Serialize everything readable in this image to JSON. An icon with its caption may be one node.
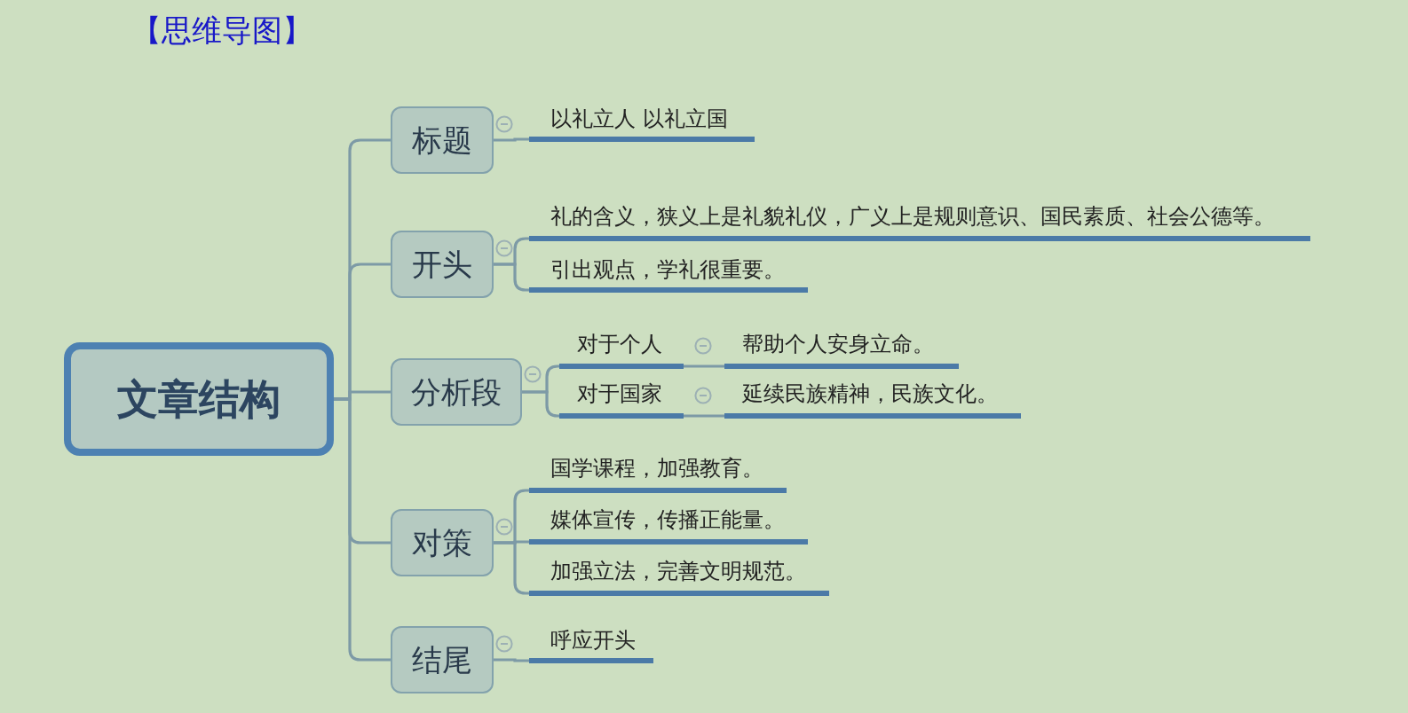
{
  "diagram": {
    "title": "【思维导图】",
    "nodes": [
      {
        "text": [
          "文章结构"
        ]
      },
      {
        "text": [
          "标题"
        ]
      },
      {
        "text": [
          "开头"
        ]
      },
      {
        "text": [
          "分析段"
        ]
      },
      {
        "text": [
          "对策"
        ]
      },
      {
        "text": [
          "结尾"
        ]
      },
      {
        "text": [
          "以礼立人 以礼立国"
        ]
      },
      {
        "text": [
          "礼的含义，狭义上是礼貌礼仪，广义上是规则意识、国民素质、社会公德等。"
        ]
      },
      {
        "text": [
          "引出观点，学礼很重要。"
        ]
      },
      {
        "text": [
          "对于个人"
        ]
      },
      {
        "text": [
          "帮助个人安身立命。"
        ]
      },
      {
        "text": [
          "对于国家"
        ]
      },
      {
        "text": [
          "延续民族精神，民族文化。"
        ]
      },
      {
        "text": [
          "国学课程，加强教育。"
        ]
      },
      {
        "text": [
          "媒体宣传，传播正能量。"
        ]
      },
      {
        "text": [
          "加强立法，完善文明规范。"
        ]
      },
      {
        "text": [
          "呼应开头"
        ]
      }
    ],
    "edges": [
      {
        "from": 0,
        "to": 1,
        "arrow": "none"
      },
      {
        "from": 0,
        "to": 2,
        "arrow": "none"
      },
      {
        "from": 0,
        "to": 3,
        "arrow": "none"
      },
      {
        "from": 0,
        "to": 4,
        "arrow": "none"
      },
      {
        "from": 0,
        "to": 5,
        "arrow": "none"
      },
      {
        "from": 1,
        "to": 6,
        "arrow": "none"
      },
      {
        "from": 2,
        "to": 7,
        "arrow": "none"
      },
      {
        "from": 2,
        "to": 8,
        "arrow": "none"
      },
      {
        "from": 3,
        "to": 9,
        "arrow": "none"
      },
      {
        "from": 3,
        "to": 11,
        "arrow": "none"
      },
      {
        "from": 9,
        "to": 10,
        "arrow": "none"
      },
      {
        "from": 11,
        "to": 12,
        "arrow": "none"
      },
      {
        "from": 4,
        "to": 13,
        "arrow": "none"
      },
      {
        "from": 4,
        "to": 14,
        "arrow": "none"
      },
      {
        "from": 4,
        "to": 15,
        "arrow": "none"
      },
      {
        "from": 5,
        "to": 16,
        "arrow": "none"
      }
    ]
  }
}
